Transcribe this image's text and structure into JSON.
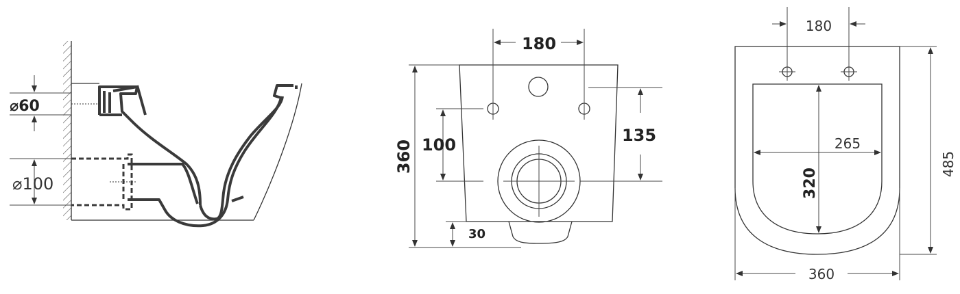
{
  "side_view": {
    "pipe_top_label": "⌀60",
    "pipe_bottom_label": "⌀100"
  },
  "rear_view": {
    "top_width_label": "180",
    "height_label": "360",
    "mount_spacing_label": "100",
    "outlet_height_label": "135",
    "bottom_offset_label": "30"
  },
  "top_view": {
    "hole_spacing_label": "180",
    "inner_width_label": "265",
    "inner_length_label": "320",
    "length_label": "485",
    "width_label": "360"
  }
}
